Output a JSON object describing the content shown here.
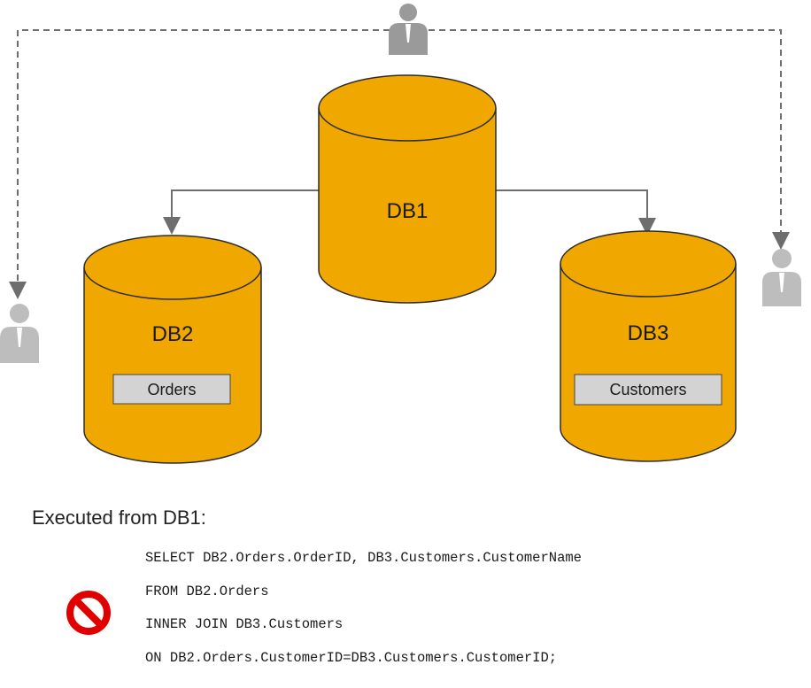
{
  "databases": {
    "db1": {
      "label": "DB1"
    },
    "db2": {
      "label": "DB2",
      "table": "Orders"
    },
    "db3": {
      "label": "DB3",
      "table": "Customers"
    }
  },
  "caption": "Executed from DB1:",
  "sql_lines": [
    "SELECT DB2.Orders.OrderID, DB3.Customers.CustomerName",
    "FROM DB2.Orders",
    "INNER JOIN DB3.Customers",
    "ON DB2.Orders.CustomerID=DB3.Customers.CustomerID;"
  ],
  "icons": {
    "user": "user-icon",
    "prohibited": "prohibited-icon"
  },
  "colors": {
    "cylinder_fill": "#F0A800",
    "cylinder_stroke": "#2b2b2b",
    "table_box_fill": "#D3D3D3",
    "connector": "#6e6e6e",
    "user_icon": "#BDBDBD",
    "user_icon_top": "#9A9A9A",
    "prohibited": "#E00000"
  }
}
